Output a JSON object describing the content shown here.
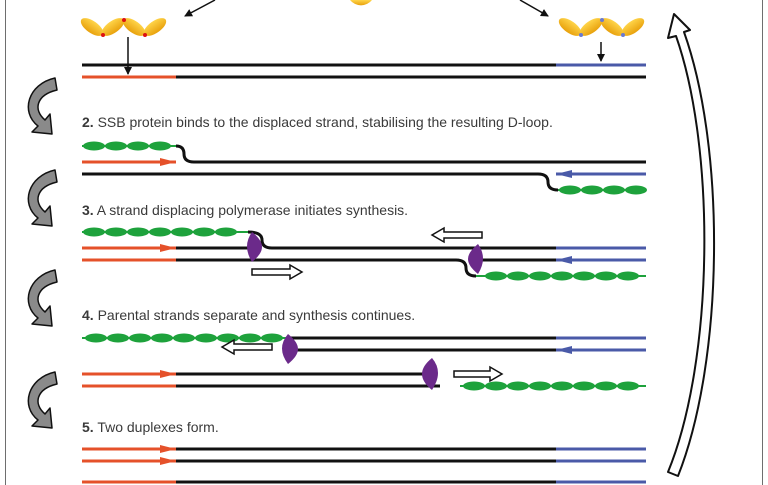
{
  "steps": [
    {
      "number": "2.",
      "text": " SSB protein binds to the displaced strand, stabilising the resulting D-loop."
    },
    {
      "number": "3.",
      "text": " A strand displacing polymerase initiates synthesis."
    },
    {
      "number": "4.",
      "text": " Parental strands separate and synthesis continues."
    },
    {
      "number": "5.",
      "text": " Two duplexes form."
    }
  ],
  "colors": {
    "strand": "#111111",
    "left_end": "#e5512a",
    "right_end": "#4a5aa8",
    "ssb": "#1ea23c",
    "ssb_highlight": "#39d35b",
    "polymerase": "#6b2a8a",
    "recombinase": "#f5b81c",
    "cycle_arrow": "#8a8a8a",
    "frame": "#6e6e6e"
  },
  "icons": {
    "step_arrow": "curved-gray-arrow-icon",
    "cycle_arrow": "large-curved-return-arrow-icon",
    "synthesis_arrow": "hollow-direction-arrow-icon"
  }
}
